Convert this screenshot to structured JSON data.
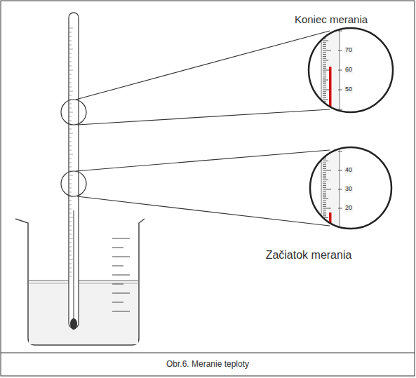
{
  "diagram": {
    "caption": "Obr.6. Meranie teploty",
    "labels": [
      "Koniec merania",
      "70",
      "60",
      "50",
      "40",
      "30",
      "20",
      "Začiatok merania"
    ]
  }
}
